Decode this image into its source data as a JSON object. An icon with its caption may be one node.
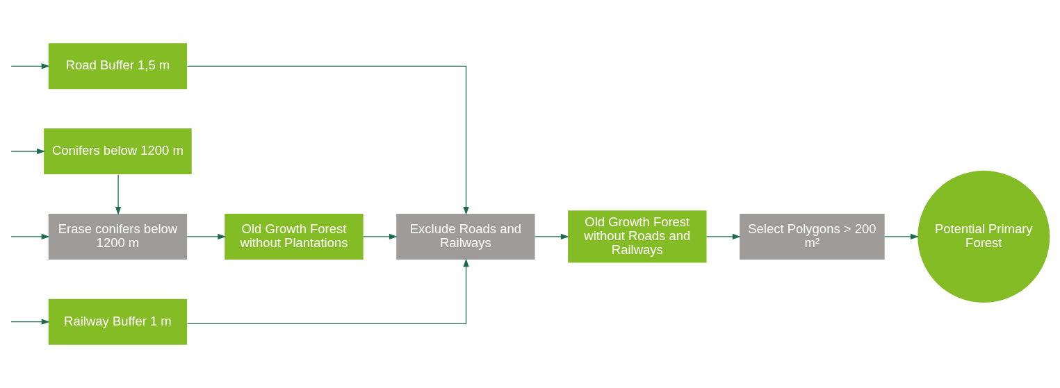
{
  "diagram": {
    "nodes": [
      {
        "text": [
          "Railway Buffer 1 m"
        ]
      },
      {
        "text": [
          "Road Buffer 1,5 m"
        ]
      },
      {
        "text": [
          "Erase conifers below 1200 m"
        ]
      },
      {
        "text": [
          "Old Growth Forest without Plantations"
        ]
      },
      {
        "text": [
          "Exclude Roads and Railways"
        ]
      },
      {
        "text": [
          "Old Growth Forest without Roads and Railways"
        ]
      },
      {
        "text": [
          "Select Polygons > 200 m²"
        ]
      },
      {
        "text": [
          "Potential Primary Forest"
        ]
      },
      {
        "text": [
          "Conifers below 1200 m"
        ]
      }
    ],
    "edges": [
      {
        "from": null,
        "to": 0,
        "arrow": "to"
      },
      {
        "from": null,
        "to": 1,
        "arrow": "to"
      },
      {
        "from": null,
        "to": 2,
        "arrow": "to"
      },
      {
        "from": null,
        "to": 8,
        "arrow": "to"
      },
      {
        "from": 8,
        "to": 2,
        "arrow": "to"
      },
      {
        "from": 2,
        "to": 3,
        "arrow": "to"
      },
      {
        "from": 3,
        "to": 4,
        "arrow": "to"
      },
      {
        "from": 1,
        "to": 4,
        "arrow": "to"
      },
      {
        "from": 0,
        "to": 4,
        "arrow": "to"
      },
      {
        "from": 4,
        "to": 5,
        "arrow": "to"
      },
      {
        "from": 5,
        "to": 6,
        "arrow": "to"
      },
      {
        "from": 6,
        "to": 7,
        "arrow": "to"
      }
    ]
  }
}
